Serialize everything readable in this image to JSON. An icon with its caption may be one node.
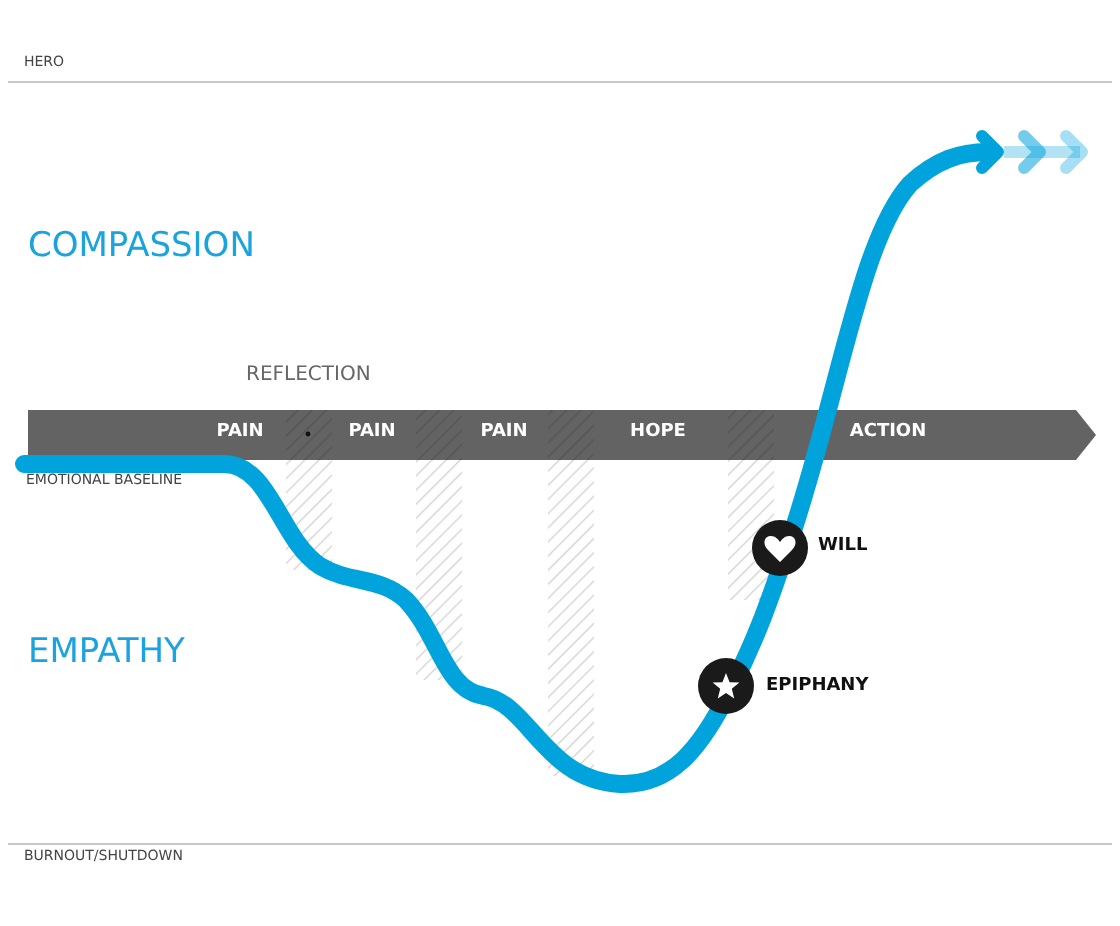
{
  "diagram": {
    "nodes": [
      {
        "text": [
          "PAIN",
          "PAIN",
          "PAIN",
          "HOPE",
          "ACTION"
        ]
      }
    ],
    "labels": [
      "HERO",
      "COMPASSION",
      "REFLECTION",
      "EMOTIONAL BASELINE",
      "WILL",
      "EMPATHY",
      "EPIPHANY",
      "BURNOUT/SHUTDOWN"
    ]
  }
}
